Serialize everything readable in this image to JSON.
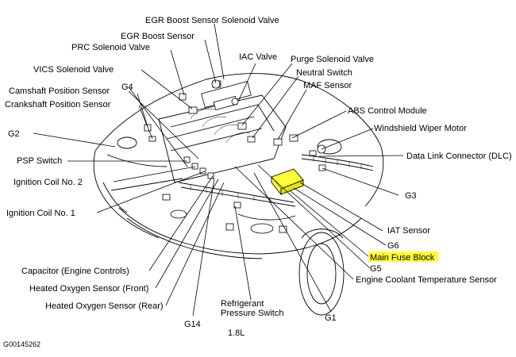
{
  "labels": {
    "egr_boost_valve": "EGR Boost Sensor Solenoid Valve",
    "egr_boost_sensor": "EGR Boost Sensor",
    "prc_valve": "PRC Solenoid Valve",
    "iac_valve": "IAC Valve",
    "purge_valve": "Purge Solenoid Valve",
    "neutral_switch": "Neutral Switch",
    "vics_valve": "VICS Solenoid Valve",
    "maf_sensor": "MAF Sensor",
    "g4": "G4",
    "camshaft": "Camshaft Position Sensor",
    "crankshaft": "Crankshaft Position Sensor",
    "abs": "ABS Control Module",
    "g2": "G2",
    "wiper": "Windshield Wiper Motor",
    "psp": "PSP Switch",
    "dlc": "Data Link Connector (DLC)",
    "coil2": "Ignition Coil No. 2",
    "g3": "G3",
    "coil1": "Ignition Coil No. 1",
    "iat": "IAT Sensor",
    "g6": "G6",
    "fuse_block": "Main Fuse Block",
    "capacitor": "Capacitor (Engine Controls)",
    "g5": "G5",
    "ho2_front": "Heated Oxygen Sensor (Front)",
    "ect": "Engine Coolant Temperature Sensor",
    "ho2_rear": "Heated Oxygen Sensor (Rear)",
    "refrig_1": "Refrigerant",
    "refrig_2": "Pressure Switch",
    "g14": "G14",
    "g1": "G1",
    "engine_size": "1.8L",
    "figure_id": "G00145262"
  },
  "colors": {
    "highlight": "#ffff33",
    "line": "#000000"
  }
}
